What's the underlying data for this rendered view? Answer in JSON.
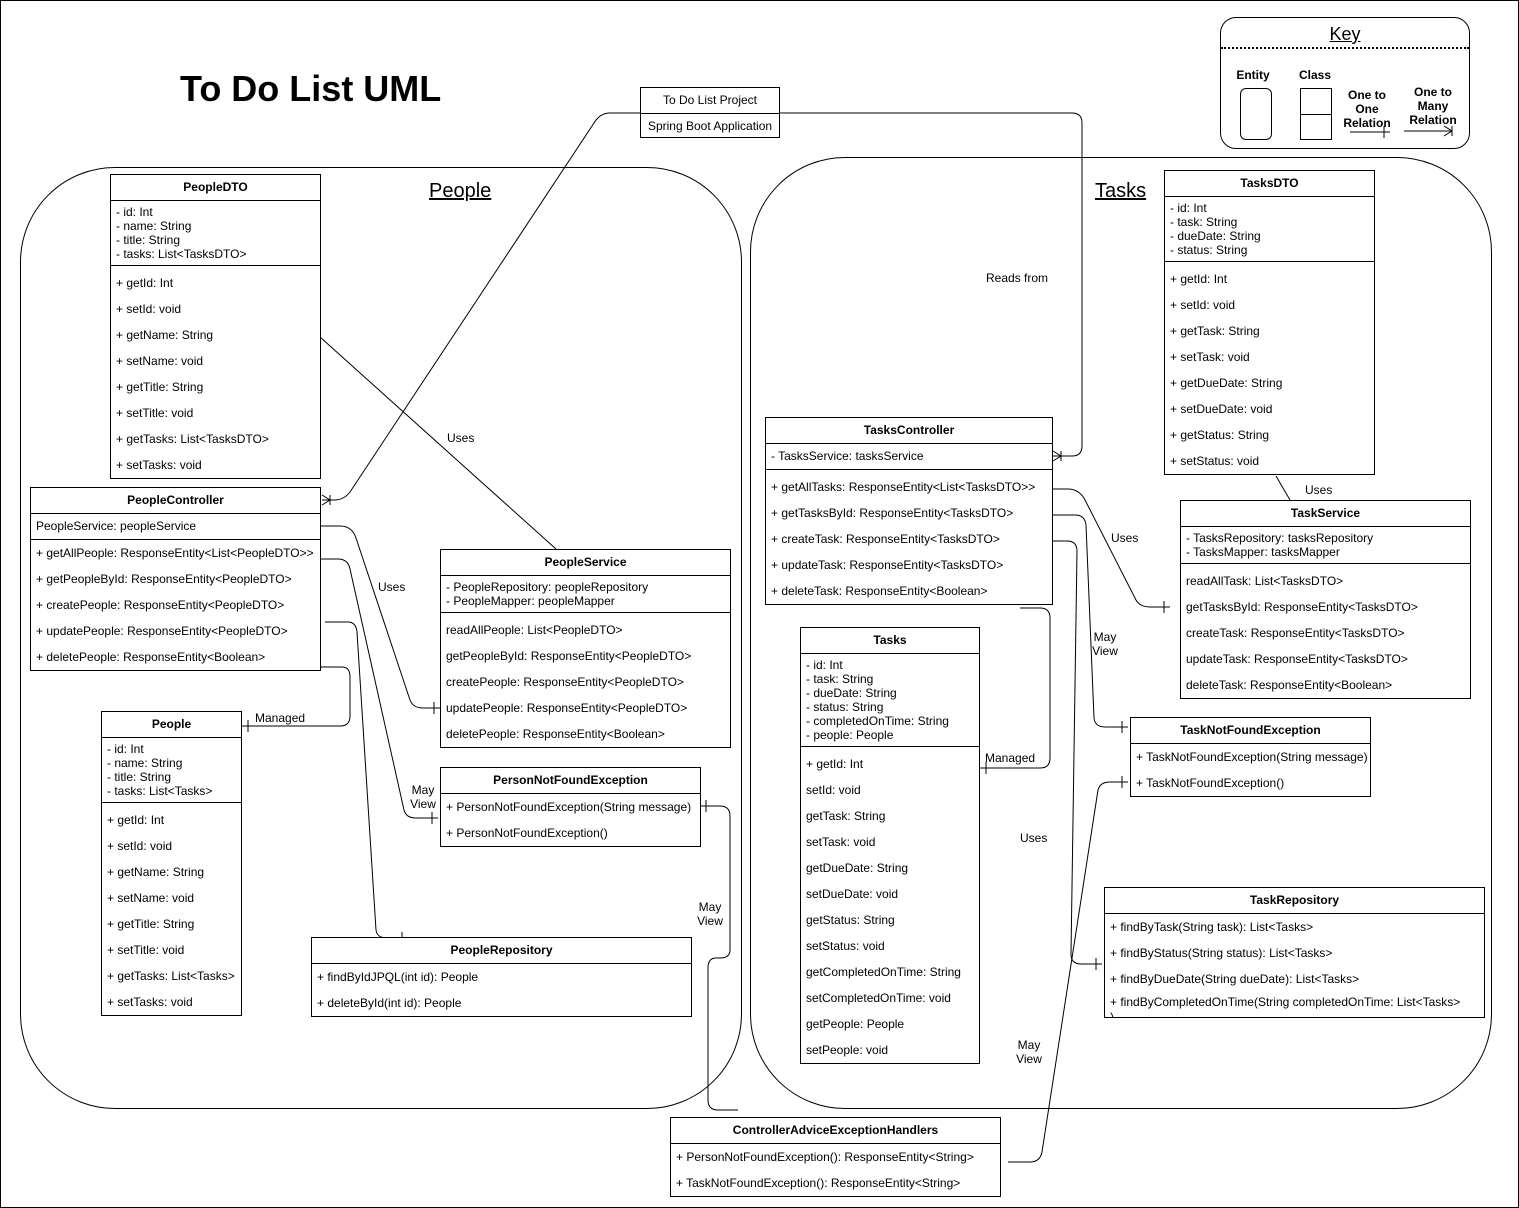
{
  "title": "To Do List UML",
  "key": {
    "title": "Key",
    "entity": "Entity",
    "class": "Class",
    "one_to_one": "One to One Relation",
    "one_to_many": "One to Many Relation"
  },
  "groups": {
    "people": "People",
    "tasks": "Tasks"
  },
  "project": {
    "name": "To Do List Project",
    "app": "Spring Boot Application"
  },
  "people_dto": {
    "name": "PeopleDTO",
    "attrs": [
      "- id: Int",
      "- name: String",
      "- title: String",
      "- tasks: List<TasksDTO>"
    ],
    "methods": [
      "+ getId: Int",
      "+ setId: void",
      "+ getName: String",
      "+ setName: void",
      "+ getTitle: String",
      "+ setTitle: void",
      "+ getTasks: List<TasksDTO>",
      "+ setTasks: void"
    ]
  },
  "people_controller": {
    "name": "PeopleController",
    "attrs": [
      "PeopleService: peopleService"
    ],
    "methods": [
      "+ getAllPeople: ResponseEntity<List<PeopleDTO>>",
      "+ getPeopleById: ResponseEntity<PeopleDTO>",
      "+ createPeople: ResponseEntity<PeopleDTO>",
      "+ updatePeople: ResponseEntity<PeopleDTO>",
      "+ deletePeople: ResponseEntity<Boolean>"
    ]
  },
  "people_service": {
    "name": "PeopleService",
    "attrs": [
      "- PeopleRepository: peopleRepository",
      "- PeopleMapper: peopleMapper"
    ],
    "methods": [
      "readAllPeople: List<PeopleDTO>",
      "getPeopleById: ResponseEntity<PeopleDTO>",
      "createPeople: ResponseEntity<PeopleDTO>",
      "updatePeople: ResponseEntity<PeopleDTO>",
      "deletePeople: ResponseEntity<Boolean>"
    ]
  },
  "people": {
    "name": "People",
    "attrs": [
      "- id: Int",
      "- name: String",
      "- title: String",
      "- tasks: List<Tasks>"
    ],
    "methods": [
      "+ getId: Int",
      "+ setId: void",
      "+ getName: String",
      "+ setName: void",
      "+ getTitle: String",
      "+ setTitle: void",
      "+ getTasks: List<Tasks>",
      "+ setTasks: void"
    ]
  },
  "person_not_found": {
    "name": "PersonNotFoundException",
    "methods": [
      "+ PersonNotFoundException(String message)",
      "+ PersonNotFoundException()"
    ]
  },
  "people_repository": {
    "name": "PeopleRepository",
    "methods": [
      "+ findByIdJPQL(int id): People",
      "+ deleteById(int id): People"
    ]
  },
  "tasks_dto": {
    "name": "TasksDTO",
    "attrs": [
      "- id: Int",
      "- task: String",
      "- dueDate: String",
      "- status: String"
    ],
    "methods": [
      "+ getId: Int",
      "+ setId: void",
      "+ getTask: String",
      "+ setTask: void",
      "+ getDueDate: String",
      "+ setDueDate: void",
      "+ getStatus: String",
      "+ setStatus: void"
    ]
  },
  "tasks_controller": {
    "name": "TasksController",
    "attrs": [
      "- TasksService: tasksService"
    ],
    "methods": [
      "+ getAllTasks: ResponseEntity<List<TasksDTO>>",
      "+ getTasksById: ResponseEntity<TasksDTO>",
      "+ createTask: ResponseEntity<TasksDTO>",
      "+ updateTask: ResponseEntity<TasksDTO>",
      "+ deleteTask: ResponseEntity<Boolean>"
    ]
  },
  "task_service": {
    "name": "TaskService",
    "attrs": [
      "- TasksRepository: tasksRepository",
      "- TasksMapper: tasksMapper"
    ],
    "methods": [
      "readAllTask: List<TasksDTO>",
      "getTasksById: ResponseEntity<TasksDTO>",
      "createTask: ResponseEntity<TasksDTO>",
      "updateTask: ResponseEntity<TasksDTO>",
      "deleteTask: ResponseEntity<Boolean>"
    ]
  },
  "tasks": {
    "name": "Tasks",
    "attrs": [
      "- id: Int",
      "- task: String",
      "- dueDate: String",
      "- status: String",
      "- completedOnTime: String",
      "- people: People"
    ],
    "methods": [
      "+  getId: Int",
      "setId: void",
      "getTask: String",
      "setTask: void",
      "getDueDate: String",
      "setDueDate: void",
      "getStatus: String",
      "setStatus: void",
      "getCompletedOnTime: String",
      "setCompletedOnTime: void",
      "getPeople: People",
      "setPeople: void"
    ]
  },
  "task_not_found": {
    "name": "TaskNotFoundException",
    "methods": [
      "+ TaskNotFoundException(String message)",
      "+ TaskNotFoundException()"
    ]
  },
  "task_repository": {
    "name": "TaskRepository",
    "methods": [
      "+ findByTask(String task): List<Tasks>",
      "+ findByStatus(String status): List<Tasks>",
      "+ findByDueDate(String dueDate): List<Tasks>",
      "+ findByCompletedOnTime(String completedOnTime: List<Tasks>",
      ")"
    ]
  },
  "controller_advice": {
    "name": "ControllerAdviceExceptionHandlers",
    "methods": [
      "+ PersonNotFoundException(): ResponseEntity<String>",
      "+ TaskNotFoundException(): ResponseEntity<String>"
    ]
  },
  "labels": {
    "uses": "Uses",
    "managed": "Managed",
    "may_view": "May View",
    "reads_from": "Reads from"
  }
}
